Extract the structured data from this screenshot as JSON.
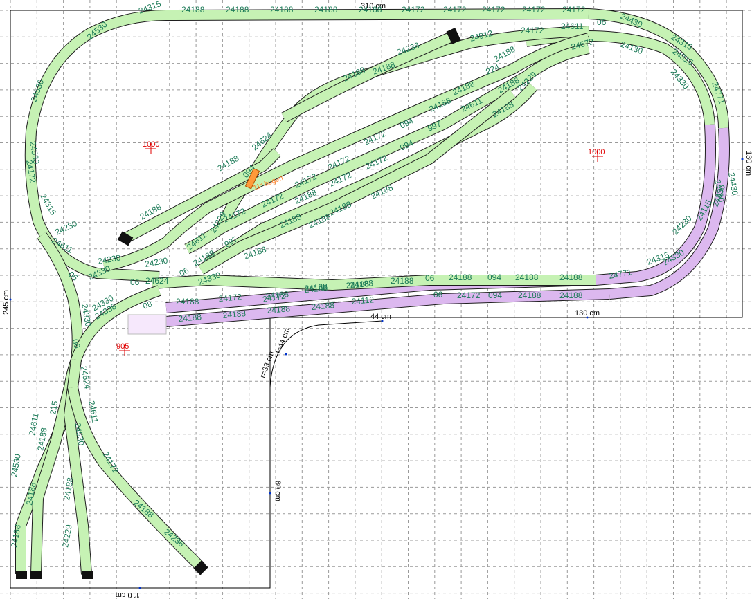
{
  "dimensions": {
    "top_width": "310 cm",
    "right_height": "130 cm",
    "right_bottom_width": "130 cm",
    "left_height": "245 cm",
    "bottom_width": "110 cm",
    "inner_vertical": "80 cm",
    "inner_horizontal": "44 cm",
    "curve_radius": "r=33 cm",
    "curve_length": "l=44 cm"
  },
  "heights": [
    "1000",
    "1000",
    "905"
  ],
  "note": "11° bogen",
  "track_labels": {
    "top_row": [
      "24315",
      "24188",
      "24188",
      "24188",
      "24188",
      "24188",
      "24172",
      "24172",
      "24172",
      "24172",
      "24172",
      "24430"
    ],
    "upper_diag": [
      "24530",
      "24188",
      "24188",
      "24236",
      "24912",
      "24172",
      "24611",
      "06",
      "24672",
      "24315",
      "24315",
      "24330",
      "24771",
      "24130"
    ],
    "left_loop": [
      "24530",
      "24530",
      "24172",
      "24315",
      "24230",
      "24611",
      "06",
      "24330",
      "24338"
    ],
    "middle": [
      "24188",
      "24188",
      "24624",
      "094",
      "24229",
      "24611",
      "24188",
      "997",
      "24172",
      "24172",
      "24172",
      "24172",
      "24172",
      "094",
      "24188",
      "24188",
      "24188",
      "24188",
      "24172",
      "24172",
      "094",
      "997",
      "24611",
      "224",
      "24188",
      "24188",
      "24229",
      "24188",
      "24188",
      "24188",
      "24188"
    ],
    "lower_loop": [
      "24230",
      "24230",
      "24330",
      "06",
      "24624",
      "06",
      "24330",
      "24188",
      "24172",
      "24188",
      "24188",
      "24188",
      "06",
      "24188",
      "094",
      "24188",
      "24188",
      "24771",
      "24315",
      "24330",
      "24230",
      "24115",
      "24330",
      "24430",
      "24530"
    ],
    "bottom_purple": [
      "08",
      "24188",
      "24172",
      "24188",
      "24188",
      "24188",
      "06",
      "24172",
      "094",
      "24188",
      "24188",
      "24188",
      "24188",
      "24188",
      "24188",
      "24112"
    ],
    "lower_left": [
      "24330",
      "06",
      "24624",
      "24611",
      "24530",
      "24172",
      "24611",
      "215",
      "24188",
      "24530",
      "24188",
      "24188",
      "24229",
      "24188",
      "24236",
      "24188"
    ]
  }
}
